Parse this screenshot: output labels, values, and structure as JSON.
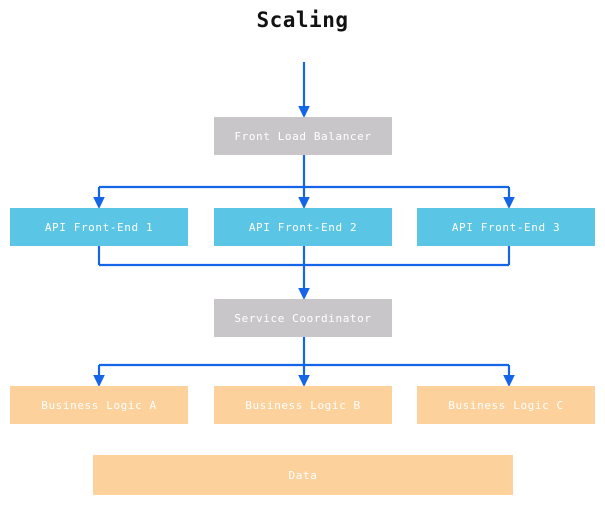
{
  "diagram": {
    "title": "Scaling",
    "type": "flowchart",
    "colors": {
      "coordinator_fill": "#c9c6ca",
      "frontend_fill": "#5bc5e5",
      "logic_fill": "#fcd19c",
      "edge_stroke": "#1565e8",
      "node_text": "#ffffff",
      "title_text": "#121212",
      "background": "#ffffff"
    },
    "tiers": [
      {
        "name": "load-balancer-tier",
        "nodes": [
          {
            "id": "front-load-balancer",
            "label": "Front Load Balancer",
            "style": "gray"
          }
        ]
      },
      {
        "name": "api-front-end-tier",
        "nodes": [
          {
            "id": "api-front-end-1",
            "label": "API Front-End 1",
            "style": "cyan"
          },
          {
            "id": "api-front-end-2",
            "label": "API Front-End 2",
            "style": "cyan"
          },
          {
            "id": "api-front-end-3",
            "label": "API Front-End 3",
            "style": "cyan"
          }
        ]
      },
      {
        "name": "service-coordinator-tier",
        "nodes": [
          {
            "id": "service-coordinator",
            "label": "Service Coordinator",
            "style": "gray"
          }
        ]
      },
      {
        "name": "business-logic-tier",
        "nodes": [
          {
            "id": "business-logic-a",
            "label": "Business Logic A",
            "style": "orange"
          },
          {
            "id": "business-logic-b",
            "label": "Business Logic B",
            "style": "orange"
          },
          {
            "id": "business-logic-c",
            "label": "Business Logic C",
            "style": "orange"
          }
        ]
      },
      {
        "name": "data-tier",
        "nodes": [
          {
            "id": "data",
            "label": "Data",
            "style": "orange"
          }
        ]
      }
    ],
    "edges": [
      {
        "from": "external-ingress",
        "to": "front-load-balancer",
        "arrow": true
      },
      {
        "from": "front-load-balancer",
        "to": "api-front-end-1",
        "arrow": true
      },
      {
        "from": "front-load-balancer",
        "to": "api-front-end-2",
        "arrow": true
      },
      {
        "from": "front-load-balancer",
        "to": "api-front-end-3",
        "arrow": true
      },
      {
        "from": "api-front-end-1",
        "to": "service-coordinator",
        "arrow": true
      },
      {
        "from": "api-front-end-2",
        "to": "service-coordinator",
        "arrow": true
      },
      {
        "from": "api-front-end-3",
        "to": "service-coordinator",
        "arrow": true
      },
      {
        "from": "service-coordinator",
        "to": "business-logic-a",
        "arrow": true
      },
      {
        "from": "service-coordinator",
        "to": "business-logic-b",
        "arrow": true
      },
      {
        "from": "service-coordinator",
        "to": "business-logic-c",
        "arrow": true
      }
    ]
  }
}
